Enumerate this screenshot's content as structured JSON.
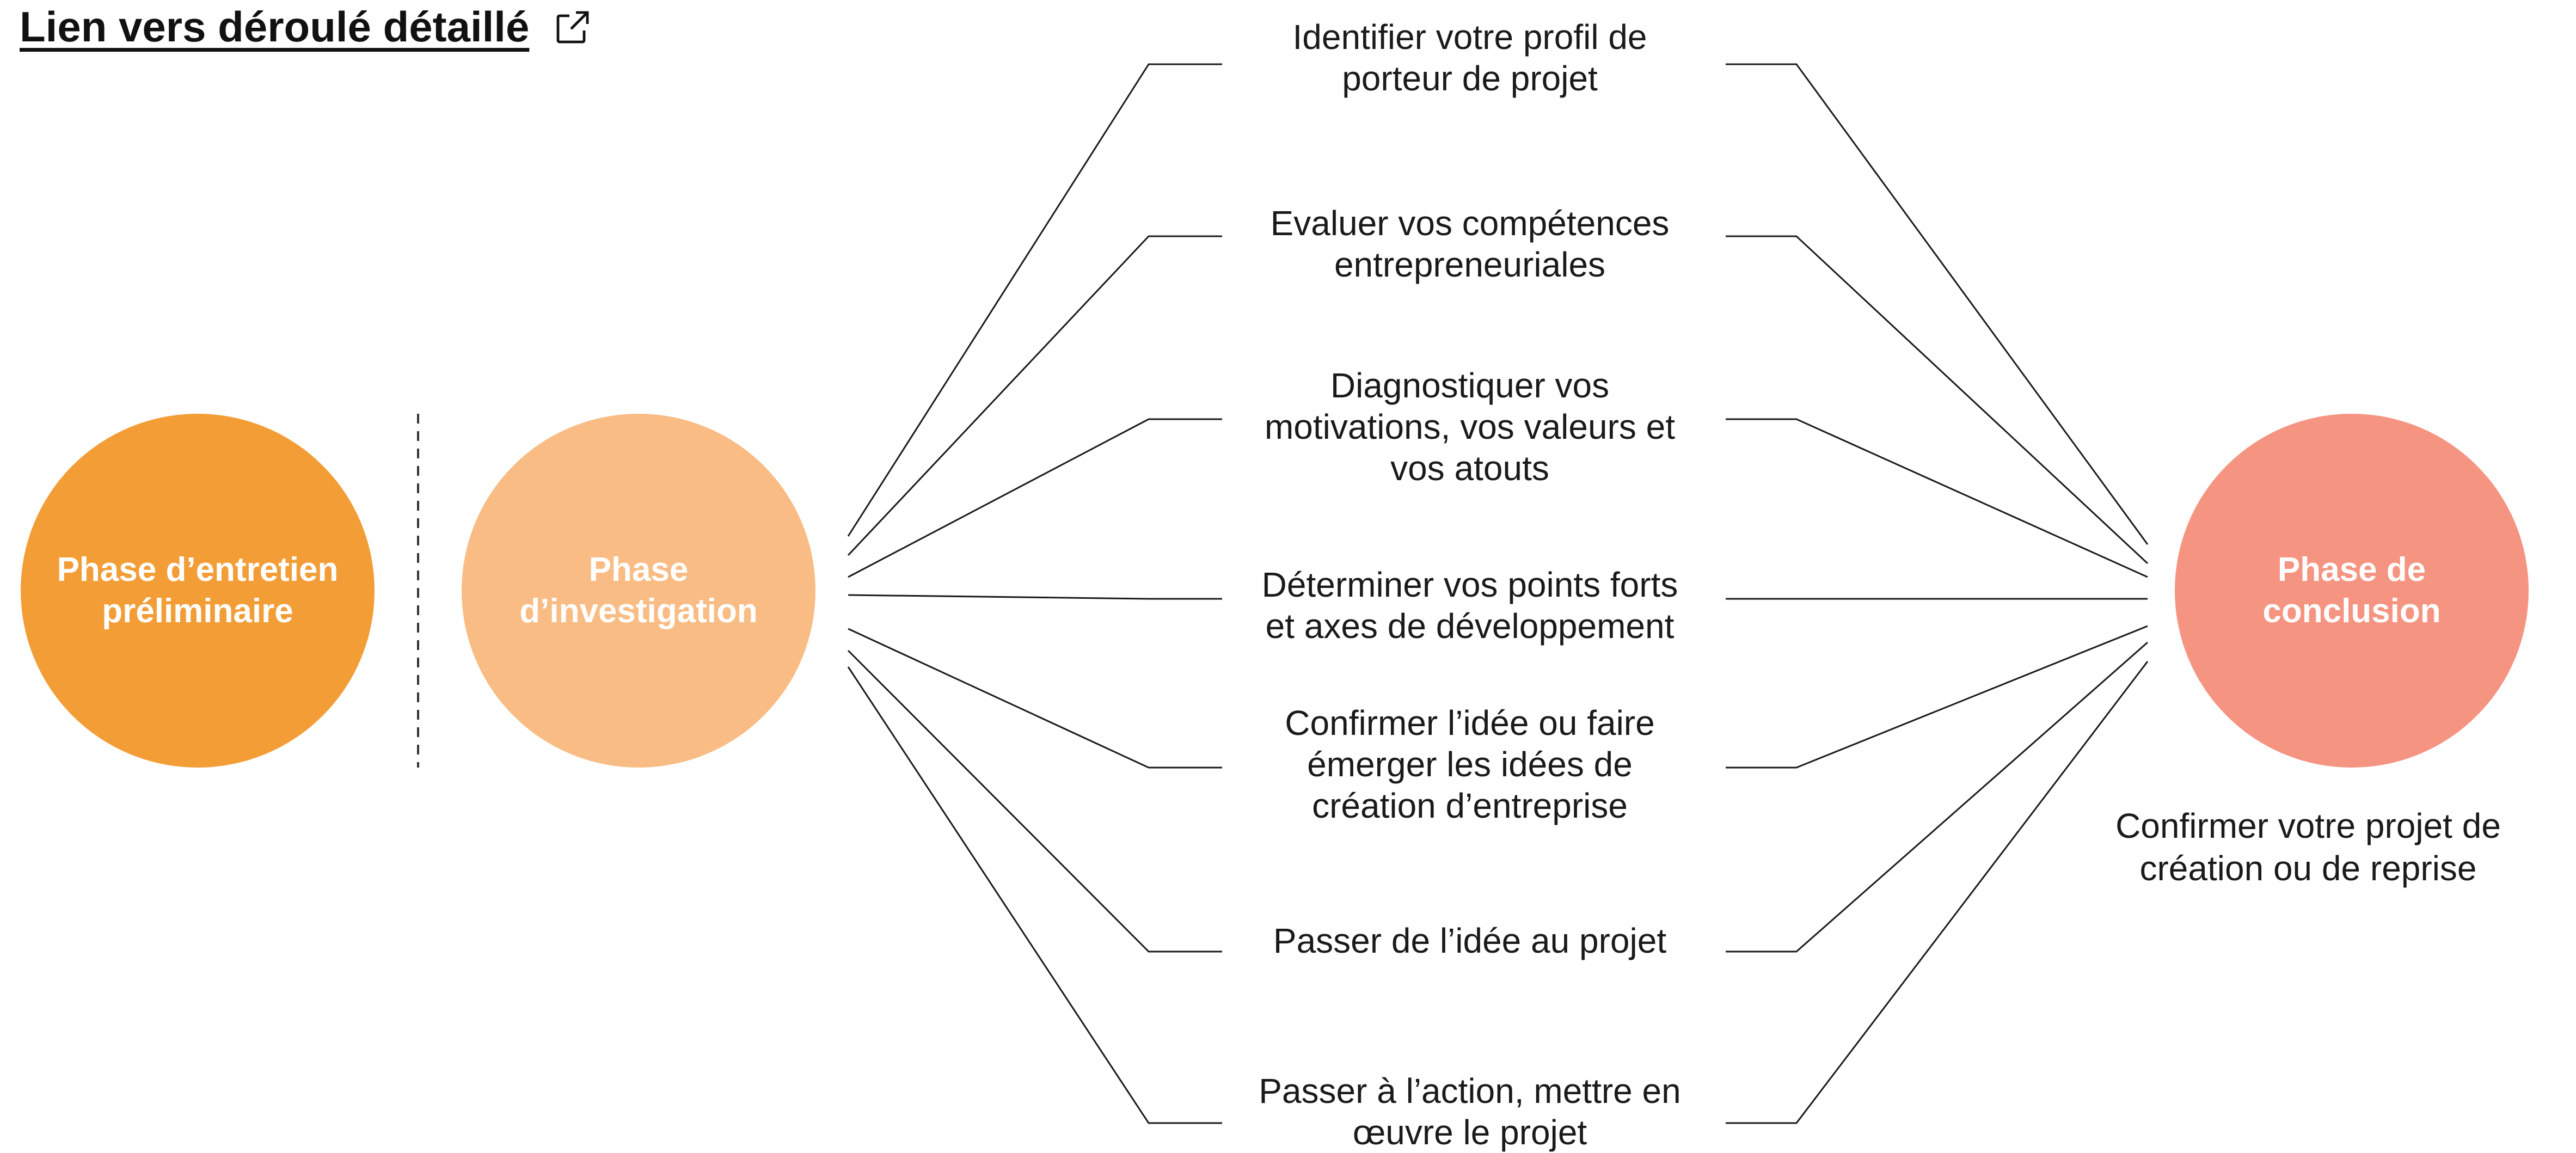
{
  "header": {
    "link_label": "Lien vers déroulé détaillé",
    "link_icon": "external-link-icon"
  },
  "phases": {
    "preliminary": {
      "label": "Phase d’entretien\npréliminaire",
      "color": "#F39D36"
    },
    "investigation": {
      "label": "Phase\nd’investigation",
      "color": "#F9BC84"
    },
    "conclusion": {
      "label": "Phase de\nconclusion",
      "color": "#F69482",
      "caption": "Confirmer votre projet de\ncréation ou de reprise"
    }
  },
  "steps": [
    {
      "label": "Identifier votre profil de\nporteur de projet"
    },
    {
      "label": "Evaluer vos compétences\nentrepreneuriales"
    },
    {
      "label": "Diagnostiquer vos\nmotivations, vos valeurs et\nvos atouts"
    },
    {
      "label": "Déterminer vos points forts\net axes de développement"
    },
    {
      "label": "Confirmer l’idée ou faire\némerger les idées de\ncréation d’entreprise"
    },
    {
      "label": "Passer de l’idée au projet"
    },
    {
      "label": "Passer à l’action, mettre en\nœuvre le projet"
    }
  ]
}
